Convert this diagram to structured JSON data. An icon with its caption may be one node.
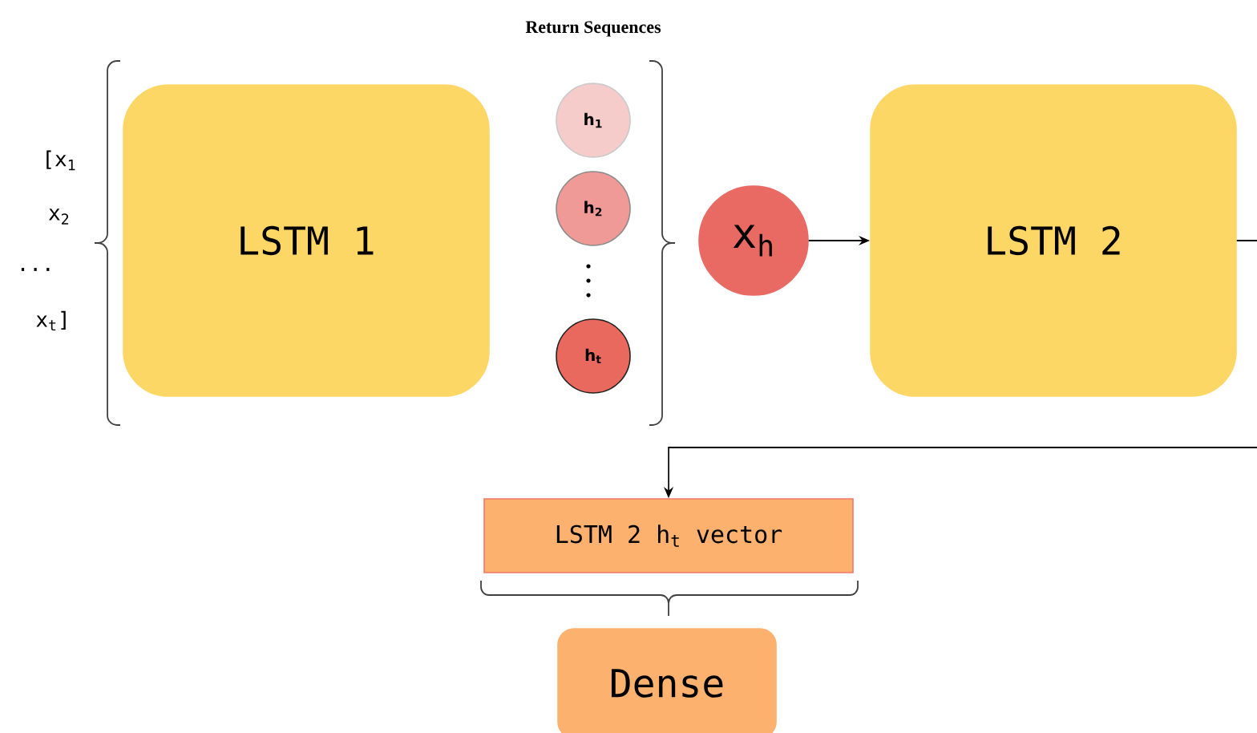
{
  "diagram": {
    "title": "Return Sequences",
    "nodes": [
      {
        "text": [
          "LSTM 1"
        ]
      },
      {
        "text": [
          "h$_{1}$"
        ]
      },
      {
        "text": [
          "h$_{2}$"
        ]
      },
      {
        "text": [
          "h$_{t}$"
        ]
      },
      {
        "text": [
          "x$_{h}$"
        ]
      },
      {
        "text": [
          "LSTM 2"
        ]
      },
      {
        "text": [
          "LSTM 2 h$_{t}$ vector"
        ]
      },
      {
        "text": [
          "Dense"
        ]
      }
    ],
    "edges": [
      {
        "from": 4,
        "to": 5,
        "arrow": "to"
      },
      {
        "from": 5,
        "to": 6,
        "arrow": "to"
      }
    ],
    "labels": [
      "[x$_{1}$",
      "x$_{2}$",
      "...",
      "x$_{t}$]"
    ]
  }
}
